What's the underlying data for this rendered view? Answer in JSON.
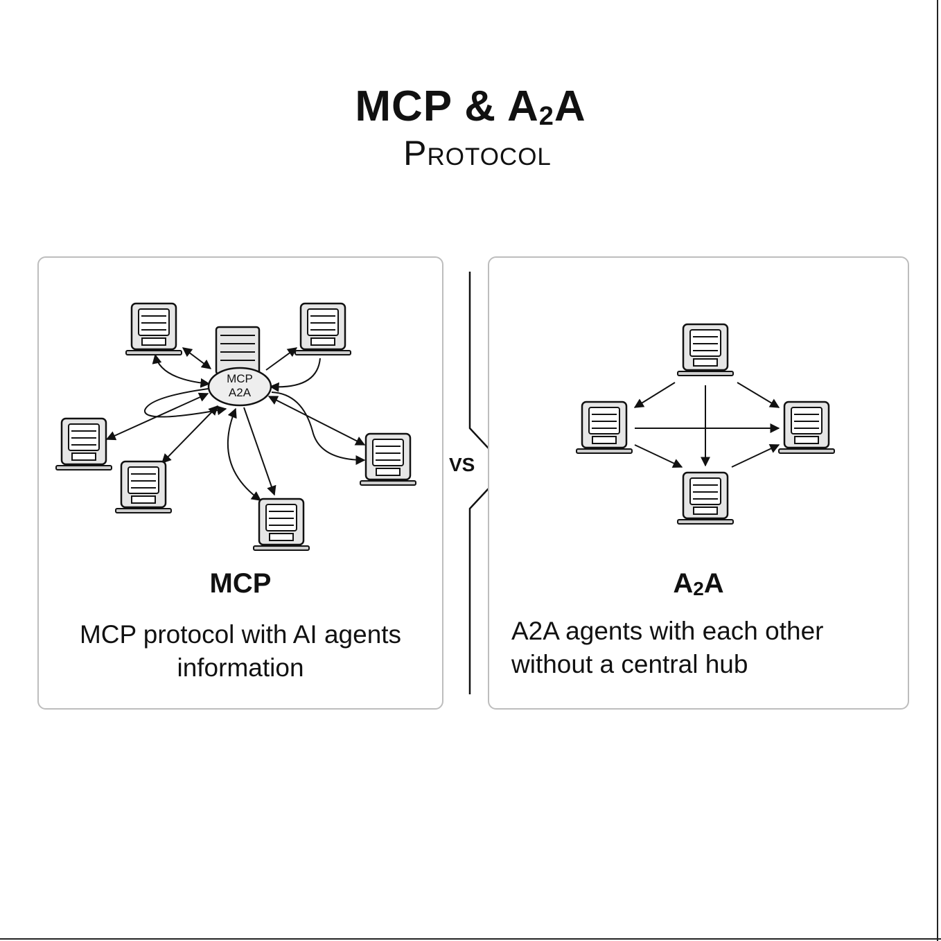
{
  "title": "MCP & A2A",
  "subtitle": "Protocol",
  "hub_label": [
    "MCP",
    "A2A"
  ],
  "left_panel": {
    "heading": "MCP",
    "description": "MCP protocol with AI agents information"
  },
  "vs_label": "VS",
  "right_panel": {
    "heading": "A2A",
    "description": "A2A agents with each other without a central hub"
  },
  "icons": {
    "agent": "computer-icon",
    "server": "server-icon"
  },
  "colors": {
    "ink": "#111111",
    "panel_border": "#bdbdbd",
    "device_fill": "#d9d9d9"
  }
}
